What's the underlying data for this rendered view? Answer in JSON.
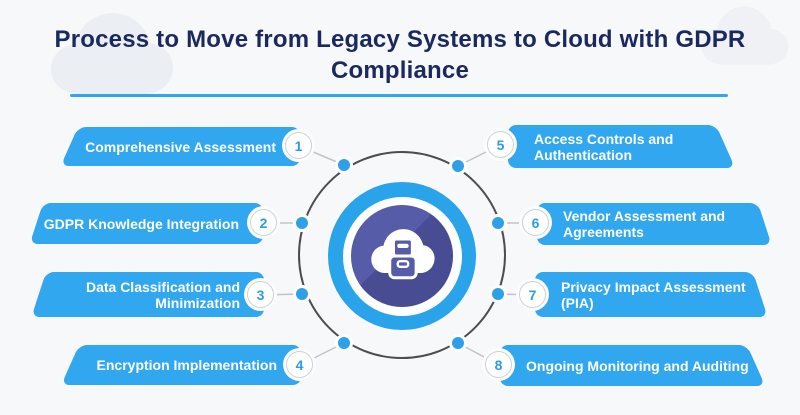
{
  "title": "Process to Move from Legacy Systems to Cloud with GDPR Compliance",
  "steps": [
    {
      "num": "1",
      "side": "left",
      "lines": [
        "Comprehensive Assessment"
      ]
    },
    {
      "num": "2",
      "side": "left",
      "lines": [
        "GDPR Knowledge Integration"
      ]
    },
    {
      "num": "3",
      "side": "left",
      "lines": [
        "Data Classification and",
        "Minimization"
      ]
    },
    {
      "num": "4",
      "side": "left",
      "lines": [
        "Encryption Implementation"
      ]
    },
    {
      "num": "5",
      "side": "right",
      "lines": [
        "Access Controls and",
        "Authentication"
      ]
    },
    {
      "num": "6",
      "side": "right",
      "lines": [
        "Vendor Assessment and",
        "Agreements"
      ]
    },
    {
      "num": "7",
      "side": "right",
      "lines": [
        "Privacy Impact Assessment",
        "(PIA)"
      ]
    },
    {
      "num": "8",
      "side": "right",
      "lines": [
        "Ongoing Monitoring and Auditing"
      ]
    }
  ],
  "center": {
    "icon": "cloud-archive-storage-icon"
  },
  "colors": {
    "bg": "#F7F8FA",
    "title_navy": "#1A2A5F",
    "underline_blue": "#2FA7EC",
    "banner_blue": "#31A7F0",
    "ring_blue": "#29A4EA",
    "core_purple": "#575CA9",
    "dot_blue": "#2EA0E8",
    "number_blue": "#2B9CE5",
    "circle_gray": "#4D4D4D",
    "connector_gray": "#C0C4C9",
    "cloud_gray": "#EBEEF3"
  }
}
